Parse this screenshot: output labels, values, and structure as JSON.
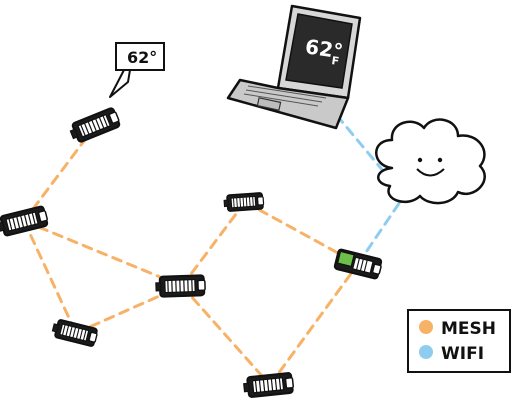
{
  "sensor_reading": "62°",
  "laptop_reading": {
    "value": "62°",
    "unit": "F"
  },
  "legend": {
    "items": [
      {
        "label": "MESH",
        "color": "#f7b267"
      },
      {
        "label": "WIFI",
        "color": "#8fcdf0"
      }
    ]
  },
  "colors": {
    "mesh": "#f7b267",
    "wifi": "#8fcdf0",
    "outline": "#111111",
    "device_body": "#1b1b1b",
    "device_face": "#ffffff",
    "gateway_accent": "#6cc04a",
    "screen": "#2a2a2a",
    "laptop_body": "#c9c9c9",
    "cloud": "#ffffff"
  },
  "diagram": {
    "nodes": [
      {
        "id": "sensor-top"
      },
      {
        "id": "node-left"
      },
      {
        "id": "node-center-top"
      },
      {
        "id": "node-center"
      },
      {
        "id": "node-bottom-left"
      },
      {
        "id": "node-bottom"
      },
      {
        "id": "gateway"
      },
      {
        "id": "cloud"
      },
      {
        "id": "laptop"
      }
    ],
    "links": [
      {
        "from": "sensor-top",
        "to": "node-left",
        "type": "mesh"
      },
      {
        "from": "node-left",
        "to": "node-center",
        "type": "mesh"
      },
      {
        "from": "node-left",
        "to": "node-bottom-left",
        "type": "mesh"
      },
      {
        "from": "node-bottom-left",
        "to": "node-center",
        "type": "mesh"
      },
      {
        "from": "node-center",
        "to": "node-center-top",
        "type": "mesh"
      },
      {
        "from": "node-center",
        "to": "node-bottom",
        "type": "mesh"
      },
      {
        "from": "node-center-top",
        "to": "gateway",
        "type": "mesh"
      },
      {
        "from": "node-bottom",
        "to": "gateway",
        "type": "mesh"
      },
      {
        "from": "gateway",
        "to": "cloud",
        "type": "wifi"
      },
      {
        "from": "cloud",
        "to": "laptop",
        "type": "wifi"
      }
    ]
  }
}
